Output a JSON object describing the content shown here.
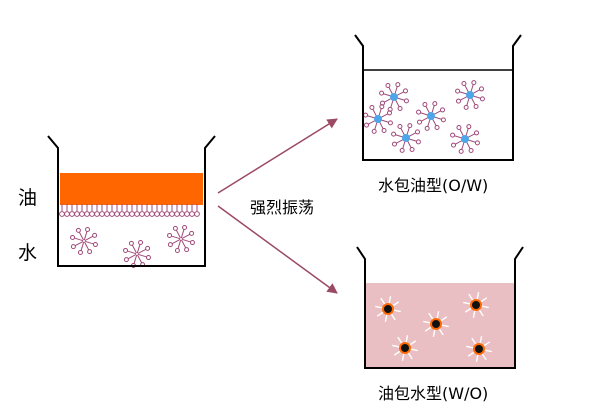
{
  "labels": {
    "oil": "油",
    "water": "水",
    "shake": "强烈振荡",
    "ow_caption": "水包油型(O/W)",
    "wo_caption": "油包水型(W/O)"
  },
  "colors": {
    "oil_layer": "#ff6600",
    "emulsifier": "#a04a7a",
    "ow_droplet": "#4da6e8",
    "wo_background": "#e9bfc3",
    "wo_droplet_ring": "#ff6a00",
    "wo_droplet_core": "#111111",
    "arrow": "#9b4a63"
  }
}
